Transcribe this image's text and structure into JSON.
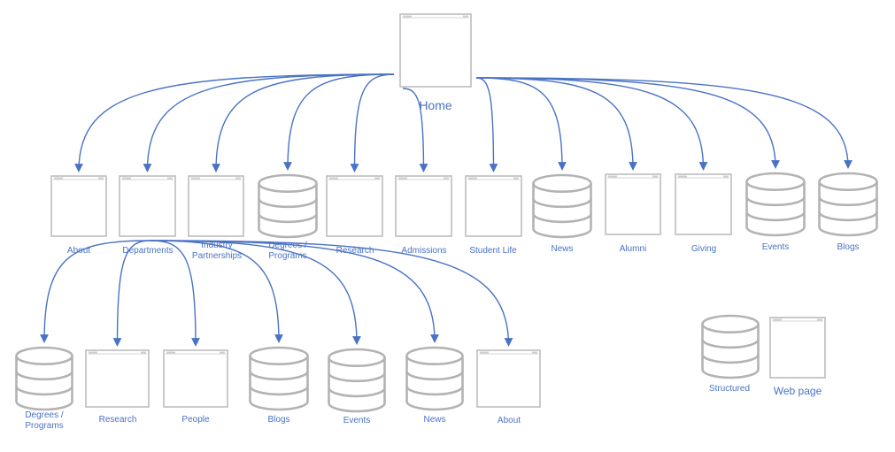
{
  "nodes": {
    "home": {
      "label": "Home",
      "kind": "webpage"
    },
    "about": {
      "label": "About",
      "kind": "webpage"
    },
    "departments": {
      "label": "Departments",
      "kind": "webpage"
    },
    "industry": {
      "label": "Industry Partnerships",
      "kind": "webpage"
    },
    "degrees": {
      "label": "Degrees / Programs",
      "kind": "structured"
    },
    "research": {
      "label": "Research",
      "kind": "webpage"
    },
    "admissions": {
      "label": "Admissions",
      "kind": "webpage"
    },
    "studentlife": {
      "label": "Student Life",
      "kind": "webpage"
    },
    "news": {
      "label": "News",
      "kind": "structured"
    },
    "alumni": {
      "label": "Alumni",
      "kind": "webpage"
    },
    "giving": {
      "label": "Giving",
      "kind": "webpage"
    },
    "events": {
      "label": "Events",
      "kind": "structured"
    },
    "blogs": {
      "label": "Blogs",
      "kind": "structured"
    },
    "d_degrees": {
      "label": "Degrees / Programs",
      "kind": "structured"
    },
    "d_research": {
      "label": "Research",
      "kind": "webpage"
    },
    "d_people": {
      "label": "People",
      "kind": "webpage"
    },
    "d_blogs": {
      "label": "Blogs",
      "kind": "structured"
    },
    "d_events": {
      "label": "Events",
      "kind": "structured"
    },
    "d_news": {
      "label": "News",
      "kind": "structured"
    },
    "d_about": {
      "label": "About",
      "kind": "webpage"
    }
  },
  "edges": [
    [
      "home",
      "about"
    ],
    [
      "home",
      "departments"
    ],
    [
      "home",
      "industry"
    ],
    [
      "home",
      "degrees"
    ],
    [
      "home",
      "research"
    ],
    [
      "home",
      "admissions"
    ],
    [
      "home",
      "studentlife"
    ],
    [
      "home",
      "news"
    ],
    [
      "home",
      "alumni"
    ],
    [
      "home",
      "giving"
    ],
    [
      "home",
      "events"
    ],
    [
      "home",
      "blogs"
    ],
    [
      "departments",
      "d_degrees"
    ],
    [
      "departments",
      "d_research"
    ],
    [
      "departments",
      "d_people"
    ],
    [
      "departments",
      "d_blogs"
    ],
    [
      "departments",
      "d_events"
    ],
    [
      "departments",
      "d_news"
    ],
    [
      "departments",
      "d_about"
    ]
  ],
  "legend": {
    "structured": {
      "label": "Structured"
    },
    "webpage": {
      "label": "Web page"
    }
  },
  "colors": {
    "edge": "#4a72c4",
    "label": "#4a72c4",
    "icon_stroke": "#b3b3b3"
  }
}
